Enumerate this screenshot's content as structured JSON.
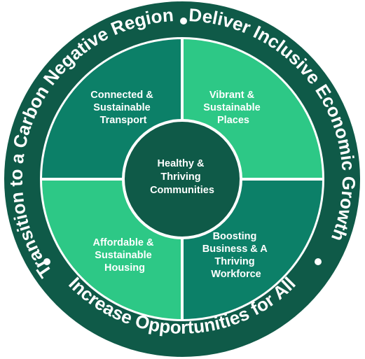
{
  "colors": {
    "ring": "#0f5a48",
    "dark_quadrant": "#0c8068",
    "light_quadrant": "#2dc886",
    "center": "#0f5a48",
    "dot": "#ffffff"
  },
  "ring": {
    "top_left": "Transition to a Carbon Negative Region",
    "top_right": "Deliver Inclusive Economic Growth",
    "bottom": "Increase Opportunities for All"
  },
  "quadrants": {
    "top_left": {
      "lines": [
        "Connected &",
        "Sustainable",
        "Transport"
      ]
    },
    "top_right": {
      "lines": [
        "Vibrant &",
        "Sustainable",
        "Places"
      ]
    },
    "bottom_left": {
      "lines": [
        "Affordable &",
        "Sustainable",
        "Housing"
      ]
    },
    "bottom_right": {
      "lines": [
        "Boosting",
        "Business & A",
        "Thriving",
        "Workforce"
      ]
    }
  },
  "center": {
    "lines": [
      "Healthy &",
      "Thriving",
      "Communities"
    ]
  }
}
